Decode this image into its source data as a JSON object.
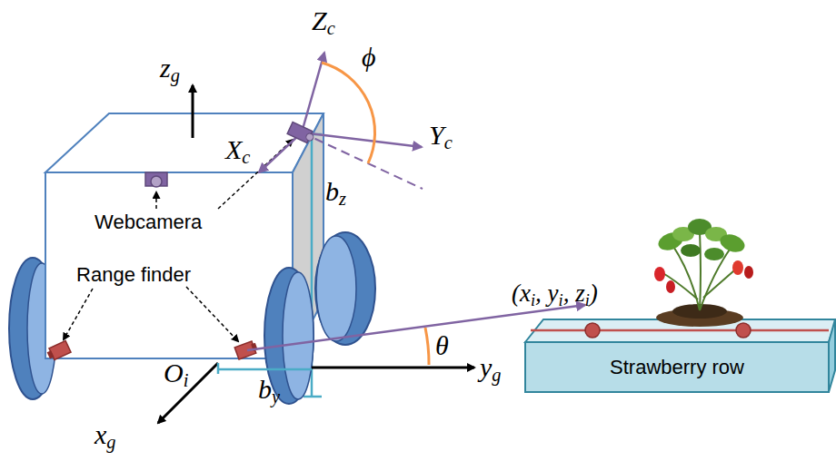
{
  "diagram": {
    "nodes": [
      {
        "text": [
          "Strawberry row"
        ]
      }
    ],
    "labels": [
      "zg",
      "Zc",
      "ϕ",
      "Yc",
      "Xc",
      "bz",
      "Webcamera",
      "Range finder",
      "(xi, yi, zi)",
      "θ",
      "yg",
      "Oi",
      "by",
      "xg"
    ]
  }
}
